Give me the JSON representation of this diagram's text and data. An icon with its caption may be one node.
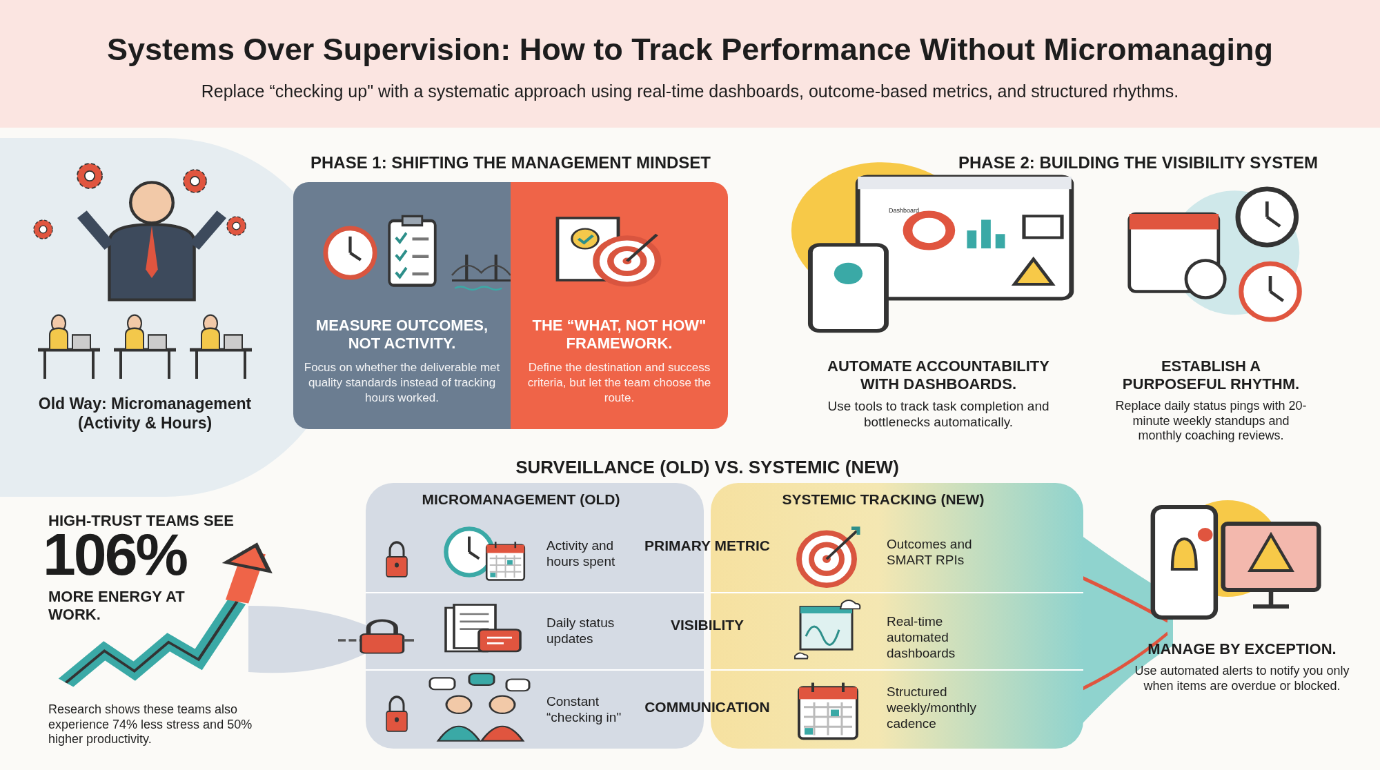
{
  "diagram": {
    "title": "Systems Over Supervision: How to Track Performance Without Micromanaging",
    "caption": "Replace “checking up\" with a systematic approach using real-time dashboards, outcome-based metrics, and structured rhythms.",
    "nodes": [
      {
        "text": [
          "PHASE 1: SHIFTING THE MANAGEMENT MINDSET"
        ]
      },
      {
        "text": [
          "MEASURE OUTCOMES, NOT ACTIVITY.",
          "Focus on whether the deliverable met quality standards instead of tracking hours worked."
        ],
        "in": 0
      },
      {
        "text": [
          "THE “WHAT, NOT HOW\" FRAMEWORK.",
          "Define the destination and success criteria, but let the team choose the route."
        ],
        "in": 0
      },
      {
        "text": [
          "MICROMANAGEMENT (OLD)"
        ]
      },
      {
        "text": [
          "Activity and hours spent"
        ],
        "in": 3
      },
      {
        "text": [
          "Daily status updates"
        ],
        "in": 3
      },
      {
        "text": [
          "Constant “checking in\""
        ],
        "in": 3
      },
      {
        "text": [
          "SYSTEMIC TRACKING (NEW)"
        ]
      },
      {
        "text": [
          "Outcomes and SMART RPIs"
        ],
        "in": 7
      },
      {
        "text": [
          "Real-time automated dashboards"
        ],
        "in": 7
      },
      {
        "text": [
          "Structured weekly/monthly cadence"
        ],
        "in": 7
      }
    ],
    "labels": [
      "Old Way: Micromanagement (Activity & Hours)",
      "PHASE 2: BUILDING THE VISIBILITY SYSTEM",
      "Dashboard",
      "AUTOMATE ACCOUNTABILITY WITH DASHBOARDS.",
      "Use tools to track task completion and bottlenecks automatically.",
      "ESTABLISH A PURPOSEFUL RHYTHM.",
      "Replace daily status pings with 20-minute weekly standups and monthly coaching reviews.",
      "SURVEILLANCE (OLD) VS. SYSTEMIC (NEW)",
      "HIGH-TRUST TEAMS SEE",
      "106%",
      "MORE ENERGY AT WORK.",
      "Research shows these teams also experience 74% less stress and 50% higher productivity.",
      "PRIMARY METRIC",
      "VISIBILITY",
      "COMMUNICATION",
      "MANAGE BY EXCEPTION.",
      "Use automated alerts to notify you only when items are overdue or blocked."
    ]
  }
}
